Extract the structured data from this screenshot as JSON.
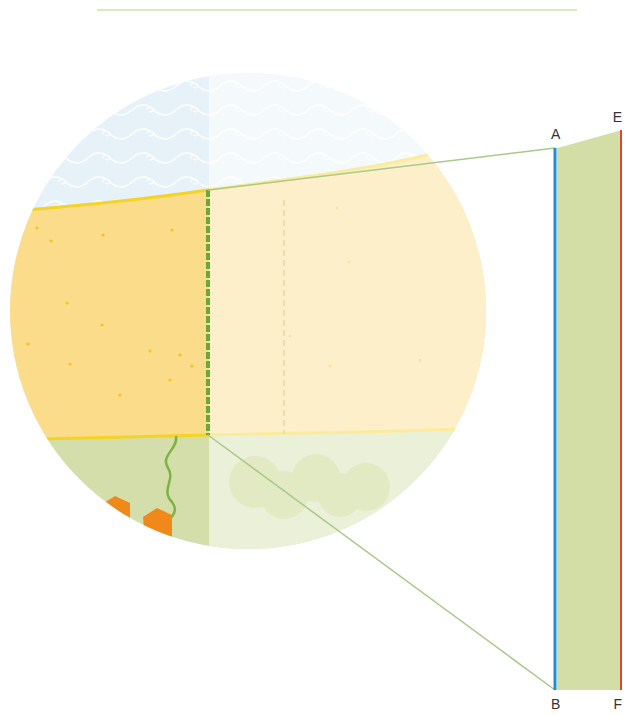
{
  "diagram": {
    "labels": [
      "A",
      "B",
      "E",
      "F"
    ]
  }
}
